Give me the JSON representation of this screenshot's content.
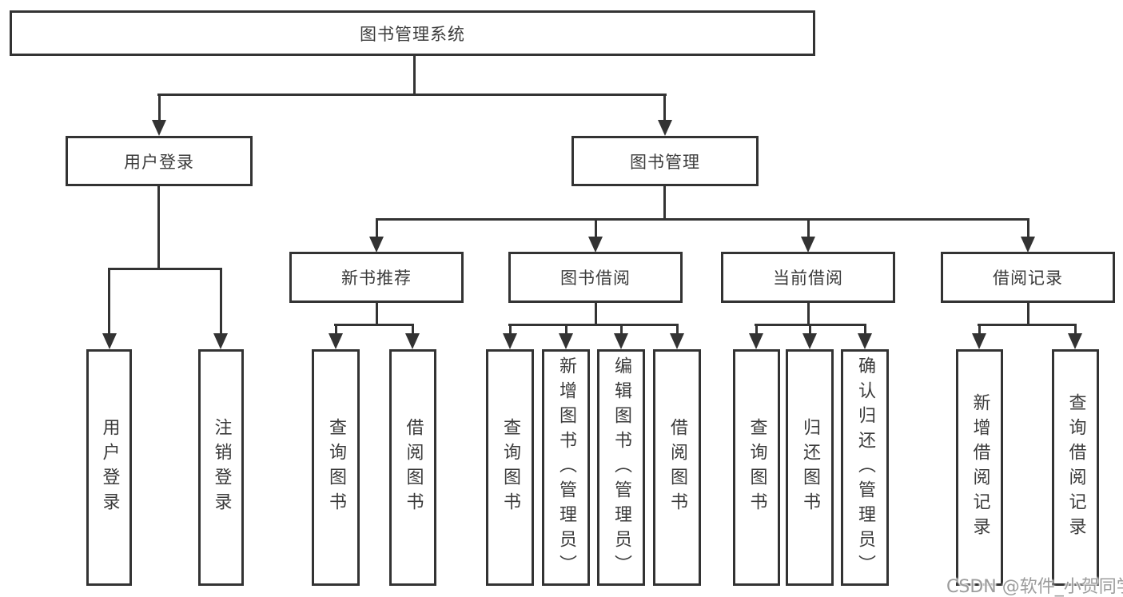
{
  "watermark": {
    "text": "CSDN @软件_小贺同学"
  },
  "tree": {
    "root": {
      "label": "图书管理系统"
    },
    "branches": [
      {
        "label": "用户登录",
        "children": [
          {
            "label": "用户登录"
          },
          {
            "label": "注销登录"
          }
        ]
      },
      {
        "label": "图书管理",
        "groups": [
          {
            "label": "新书推荐",
            "children": [
              {
                "label": "查询图书"
              },
              {
                "label": "借阅图书"
              }
            ]
          },
          {
            "label": "图书借阅",
            "children": [
              {
                "label": "查询图书"
              },
              {
                "label": "新增图书（管理员）"
              },
              {
                "label": "编辑图书（管理员）"
              },
              {
                "label": "借阅图书"
              }
            ]
          },
          {
            "label": "当前借阅",
            "children": [
              {
                "label": "查询图书"
              },
              {
                "label": "归还图书"
              },
              {
                "label": "确认归还（管理员）"
              }
            ]
          },
          {
            "label": "借阅记录",
            "children": [
              {
                "label": "新增借阅记录"
              },
              {
                "label": "查询借阅记录"
              }
            ]
          }
        ]
      }
    ]
  }
}
